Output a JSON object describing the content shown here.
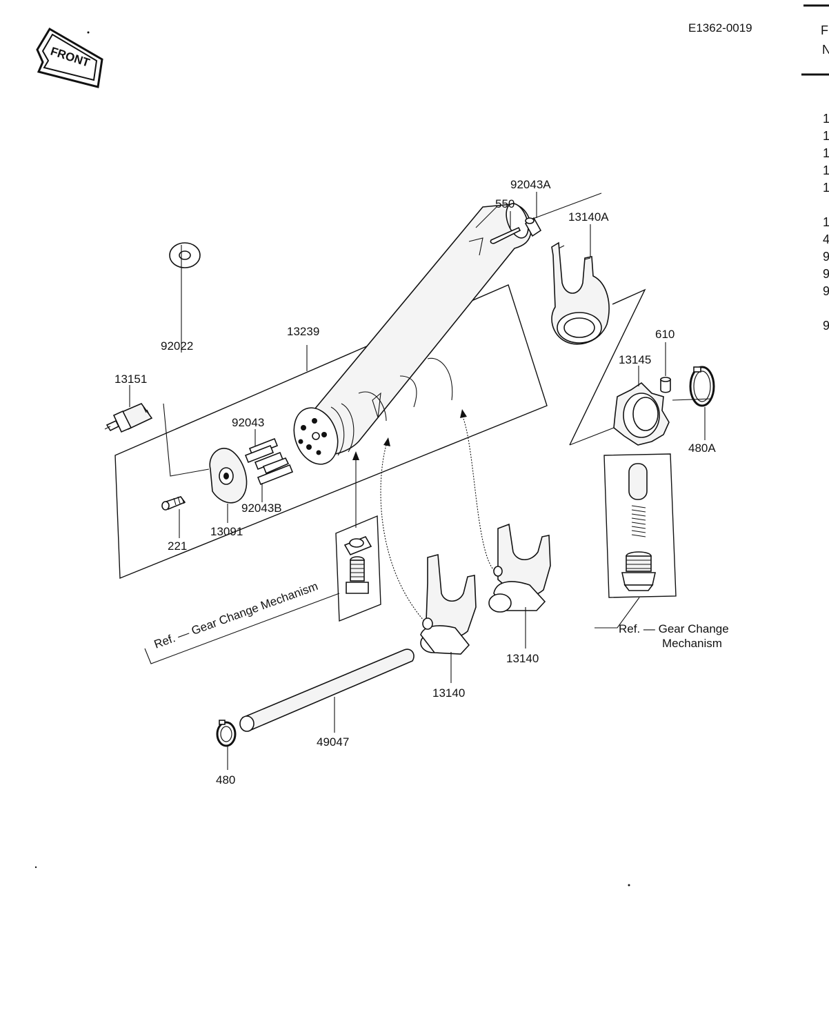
{
  "drawing_code": "E1362-0019",
  "front_badge": "FRONT",
  "parts": {
    "p13151": "13151",
    "p92022": "92022",
    "p13239": "13239",
    "p92043": "92043",
    "p92043B": "92043B",
    "p13091": "13091",
    "p221": "221",
    "p92043A": "92043A",
    "p550": "550",
    "p13140A": "13140A",
    "p610": "610",
    "p13145": "13145",
    "p480A": "480A",
    "p13140_left": "13140",
    "p13140_right": "13140",
    "p49047": "49047",
    "p480": "480"
  },
  "references": {
    "left_ref": "Ref. — Gear Change Mechanism",
    "right_ref_line1": "Ref. — Gear Change",
    "right_ref_line2": "Mechanism"
  },
  "margin_fragments": [
    "F",
    "N",
    "1",
    "1",
    "1",
    "1",
    "1",
    "1",
    "4",
    "9",
    "9",
    "9",
    "9"
  ]
}
